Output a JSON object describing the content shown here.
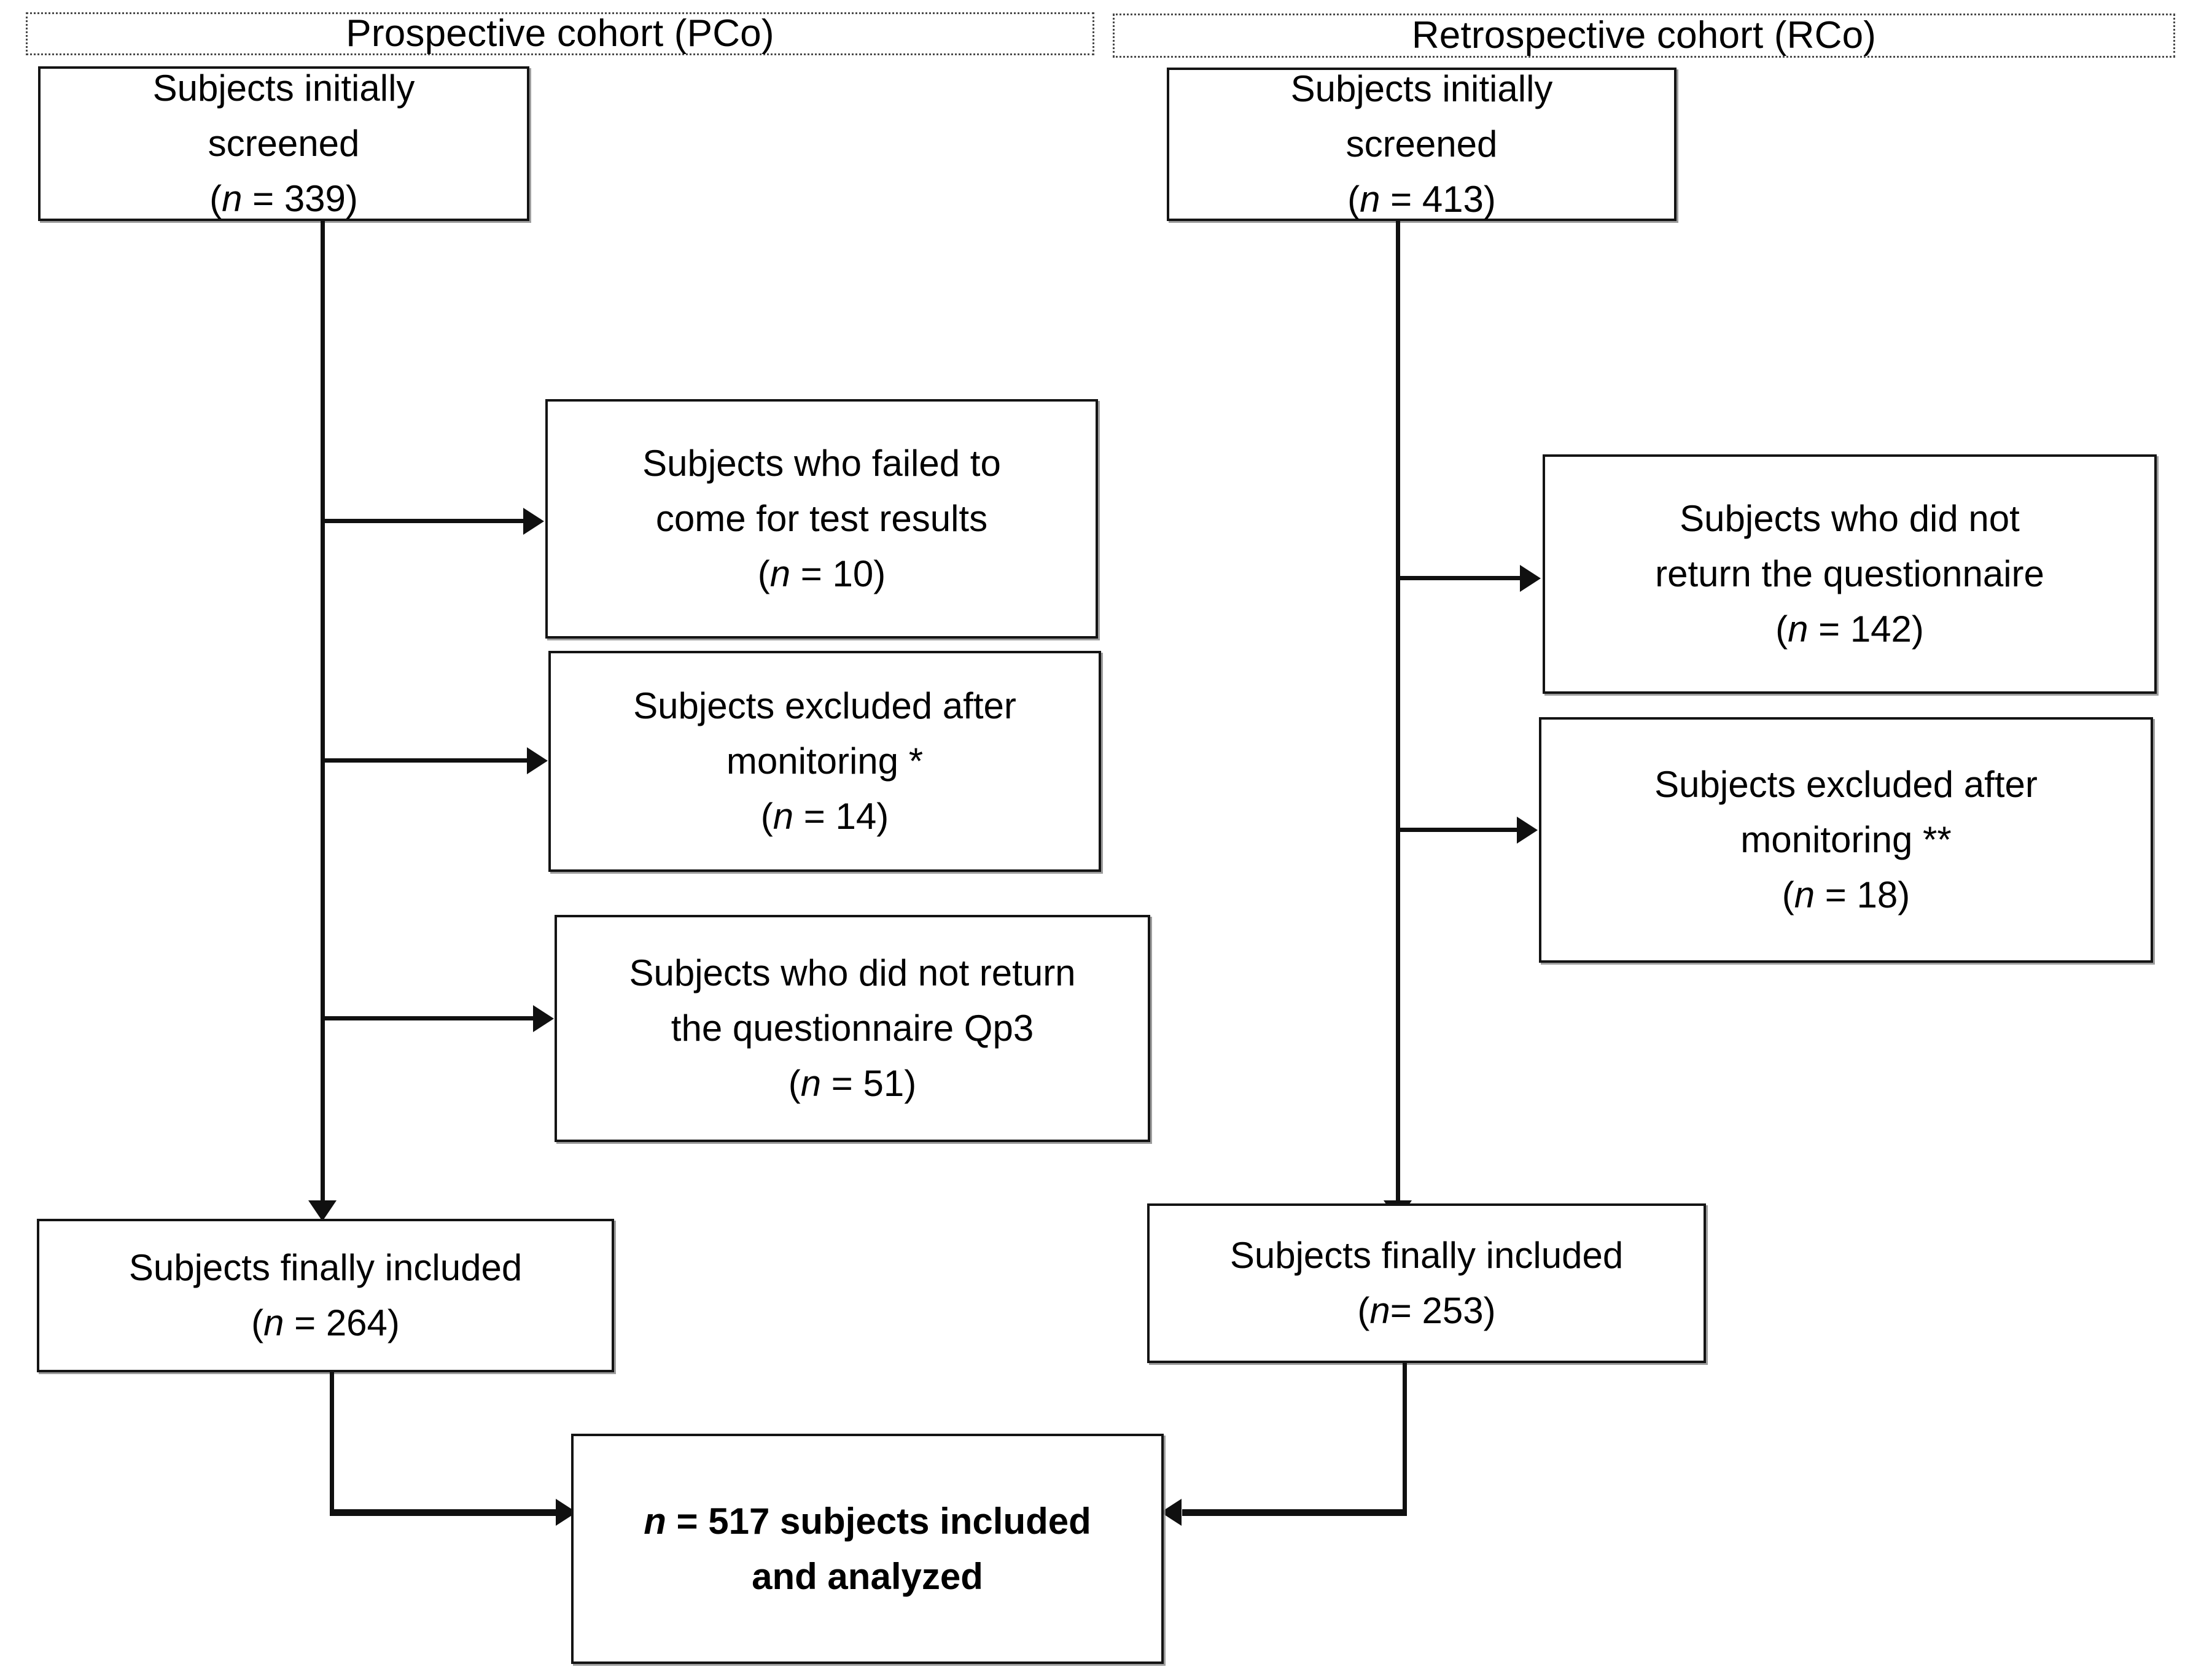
{
  "diagram": {
    "type": "participant-flow-diagram",
    "cohorts": [
      {
        "id": "prospective",
        "header": "Prospective cohort (PCo)",
        "start_box": {
          "line1": "Subjects initially",
          "line2": "screened",
          "count_prefix": "(",
          "count_label": "n",
          "count_value": " = 339)"
        },
        "exclusions": [
          {
            "line1": "Subjects who failed to",
            "line2": "come for test results",
            "count_prefix": "(",
            "count_label": "n",
            "count_value": " = 10)"
          },
          {
            "line1": "Subjects excluded after",
            "line2": "monitoring *",
            "count_prefix": "(",
            "count_label": "n",
            "count_value": " = 14)"
          },
          {
            "line1": "Subjects who did not return",
            "line2": "the questionnaire Qp3",
            "count_prefix": "(",
            "count_label": "n",
            "count_value": " = 51)"
          }
        ],
        "final_box": {
          "line1": "Subjects finally included",
          "count_prefix": "(",
          "count_label": "n",
          "count_value": " = 264)"
        }
      },
      {
        "id": "retrospective",
        "header": "Retrospective cohort (RCo)",
        "start_box": {
          "line1": "Subjects initially",
          "line2": "screened",
          "count_prefix": "(",
          "count_label": "n",
          "count_value": " = 413)"
        },
        "exclusions": [
          {
            "line1": "Subjects who did not",
            "line2": "return the questionnaire",
            "count_prefix": "(",
            "count_label": "n",
            "count_value": " = 142)"
          },
          {
            "line1": "Subjects excluded after",
            "line2": "monitoring **",
            "count_prefix": "(",
            "count_label": "n",
            "count_value": " = 18)"
          }
        ],
        "final_box": {
          "line1": "Subjects finally included",
          "count_prefix": "(",
          "count_label": "n",
          "count_value": "= 253)"
        }
      }
    ],
    "combined_box": {
      "count_label": "n",
      "line1_rest": " = 517 subjects included",
      "line2": "and analyzed"
    },
    "colors": {
      "line": "#101010",
      "box_border": "#141414",
      "header_border": "#4a4a4a",
      "background": "#ffffff",
      "text": "#000000"
    }
  }
}
